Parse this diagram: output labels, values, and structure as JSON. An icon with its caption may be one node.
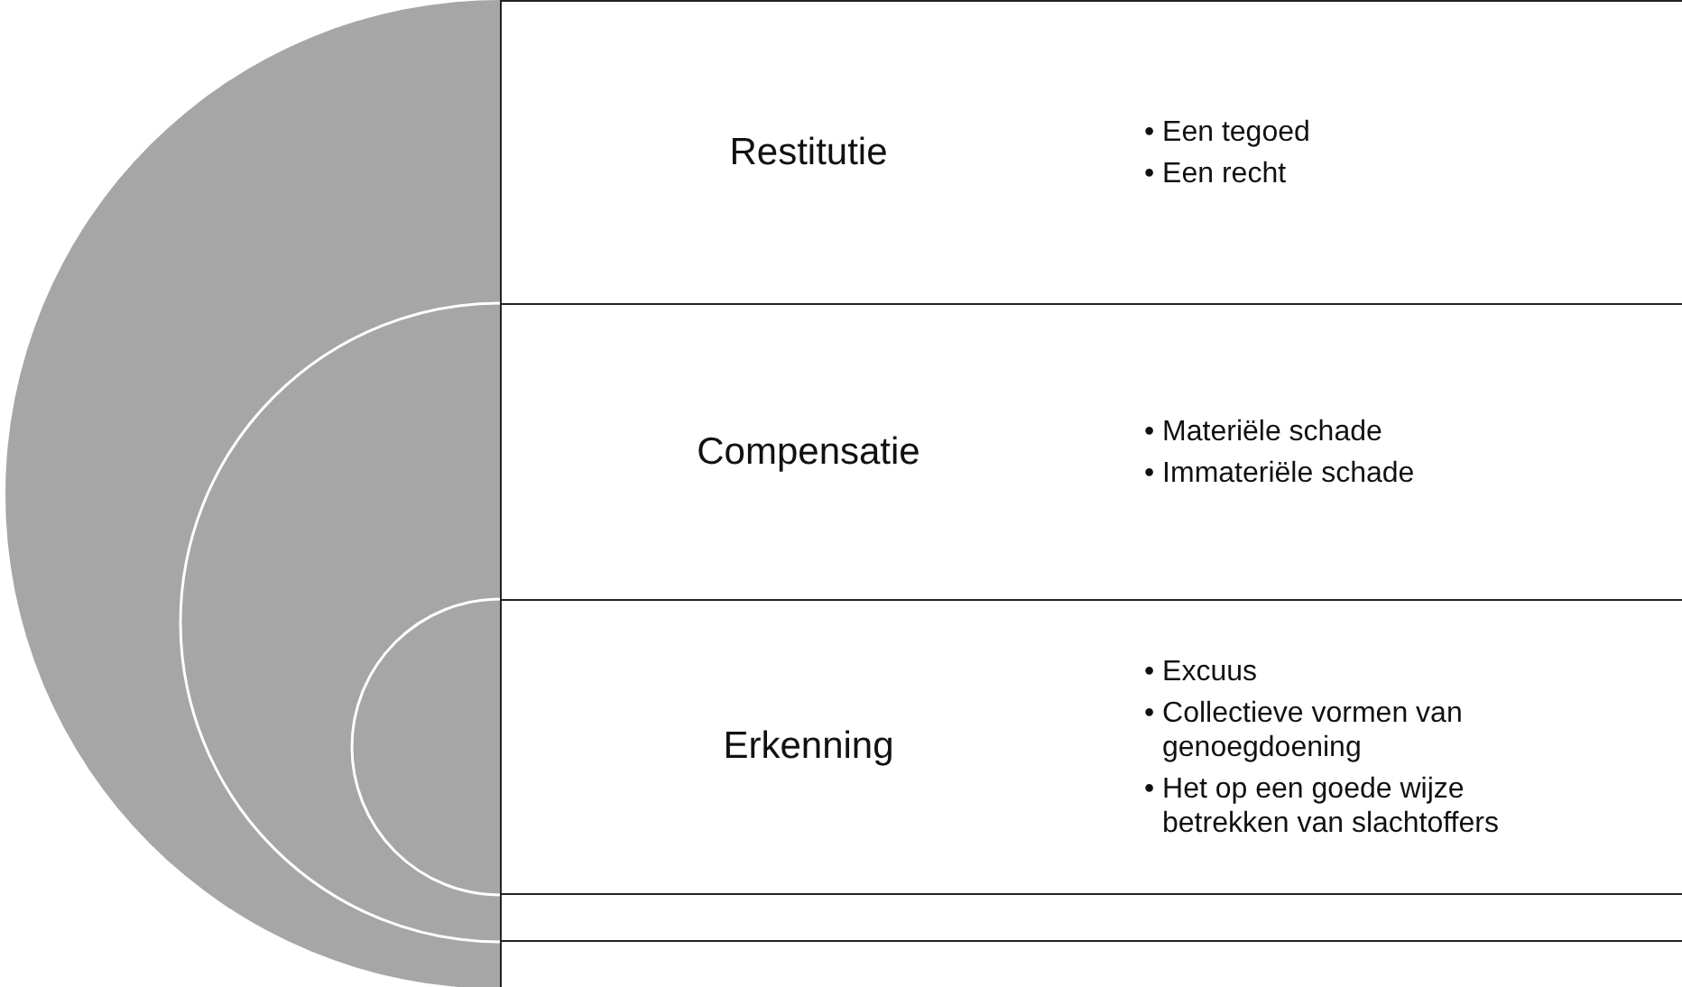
{
  "diagram": {
    "nodes": [
      {
        "text": [
          "Restitutie",
          "• Een tegoed",
          "• Een recht"
        ]
      },
      {
        "text": [
          "Compensatie",
          "• Materiële schade",
          "• Immateriële schade"
        ]
      },
      {
        "text": [
          "Erkenning",
          "• Excuus",
          "• Collectieve vormen van genoegdoening",
          "• Het op een goede wijze betrekken van slachtoffers"
        ]
      },
      {
        "text": [],
        "shape": "box"
      },
      {
        "text": [],
        "shape": "box"
      }
    ]
  }
}
